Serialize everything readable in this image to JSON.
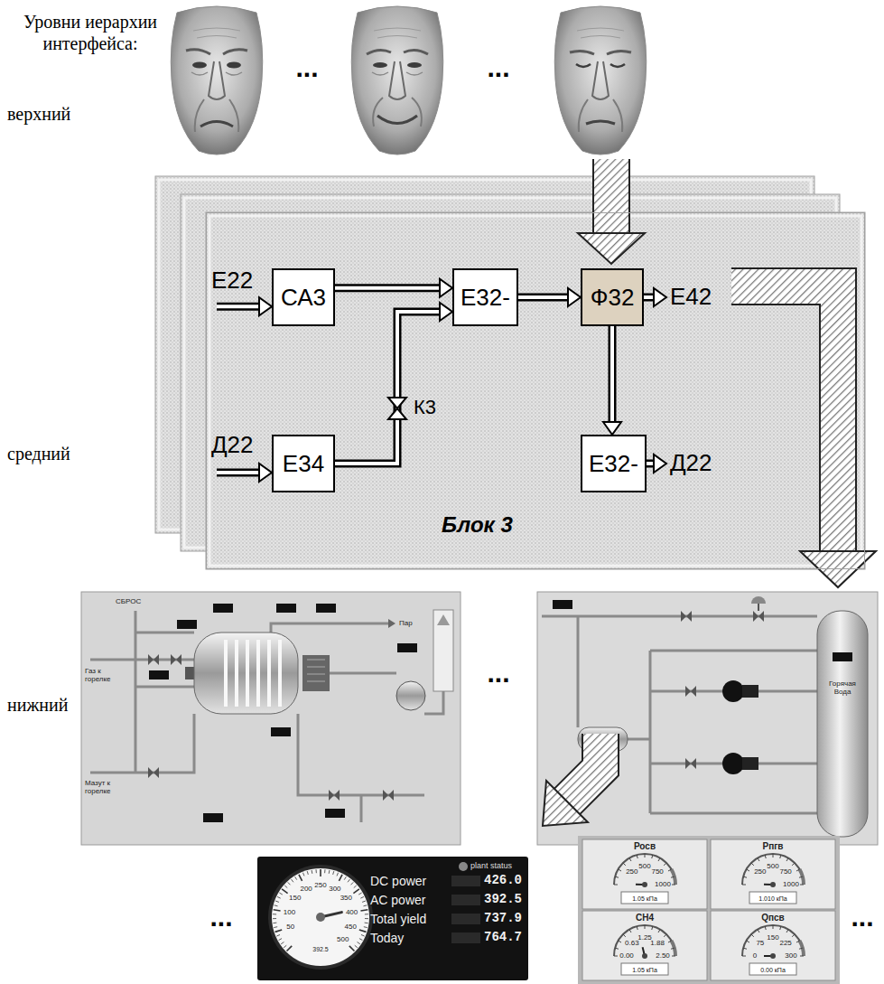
{
  "diagram": {
    "title": "Уровни иерархии интерфейса:",
    "nodes": [
      {
        "text": [
          "Блок 3"
        ]
      },
      {
        "text": [
          "СА3"
        ],
        "in": 0
      },
      {
        "text": [
          "Е32-"
        ],
        "in": 0
      },
      {
        "text": [
          "Ф32"
        ],
        "in": 0
      },
      {
        "text": [
          "Е34"
        ],
        "in": 0
      },
      {
        "text": [
          "Е32-"
        ],
        "in": 0
      }
    ],
    "edges": [
      {
        "from": 1,
        "to": 2,
        "arrow": "to"
      },
      {
        "from": 4,
        "to": 2,
        "arrow": "to"
      },
      {
        "from": 2,
        "to": 3,
        "arrow": "to"
      },
      {
        "from": 3,
        "to": 5,
        "arrow": "to"
      }
    ],
    "labels": [
      "верхний",
      "средний",
      "нижний",
      "...",
      "...",
      "Е22",
      "Д22",
      "Е42",
      "Д22",
      "К3",
      "...",
      "СБРОС",
      "Газ к горелке",
      "Мазут к горелке",
      "Пар",
      "Горячая Вода",
      "...",
      "plant status",
      "DC power",
      "426.0",
      "AC power",
      "392.5",
      "Total yield",
      "737.9",
      "Today",
      "764.7",
      "392.5",
      "50",
      "100",
      "150",
      "200",
      "250",
      "300",
      "350",
      "400",
      "450",
      "500",
      "Росв",
      "250",
      "500",
      "750",
      "1000",
      "1.05 кПа",
      "Рпгв",
      "250",
      "500",
      "750",
      "1000",
      "1.010 кПа",
      "CH4",
      "0.63",
      "1.25",
      "1.88",
      "0.00",
      "2.50",
      "1.05 кПа",
      "Qпсв",
      "75",
      "150",
      "225",
      "0",
      "300",
      "0.00 кПа",
      "..."
    ]
  }
}
